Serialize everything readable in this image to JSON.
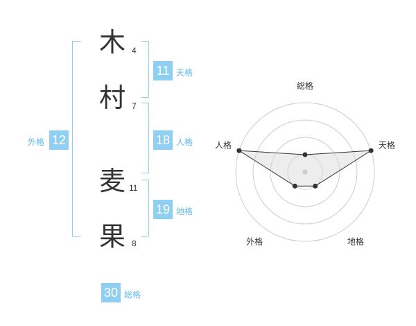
{
  "name": {
    "characters": [
      {
        "char": "木",
        "strokes": "4"
      },
      {
        "char": "村",
        "strokes": "7"
      },
      {
        "char": "麦",
        "strokes": "11"
      },
      {
        "char": "果",
        "strokes": "8"
      }
    ]
  },
  "kaku": {
    "tenkaku": {
      "value": "11",
      "label": "天格"
    },
    "jinkaku": {
      "value": "18",
      "label": "人格"
    },
    "chikaku": {
      "value": "19",
      "label": "地格"
    },
    "gaikaku": {
      "value": "12",
      "label": "外格"
    },
    "soukaku": {
      "value": "30",
      "label": "総格"
    }
  },
  "colors": {
    "accent": "#8fd0f2",
    "accent_text": "#5fb8ea",
    "text": "#333333"
  },
  "chart_data": {
    "type": "radar",
    "axes": [
      "総格",
      "天格",
      "地格",
      "外格",
      "人格"
    ],
    "series": [
      {
        "values": [
          1,
          4,
          1,
          1,
          4
        ]
      }
    ],
    "rlim": [
      0,
      4
    ],
    "grid_rings": 4
  }
}
